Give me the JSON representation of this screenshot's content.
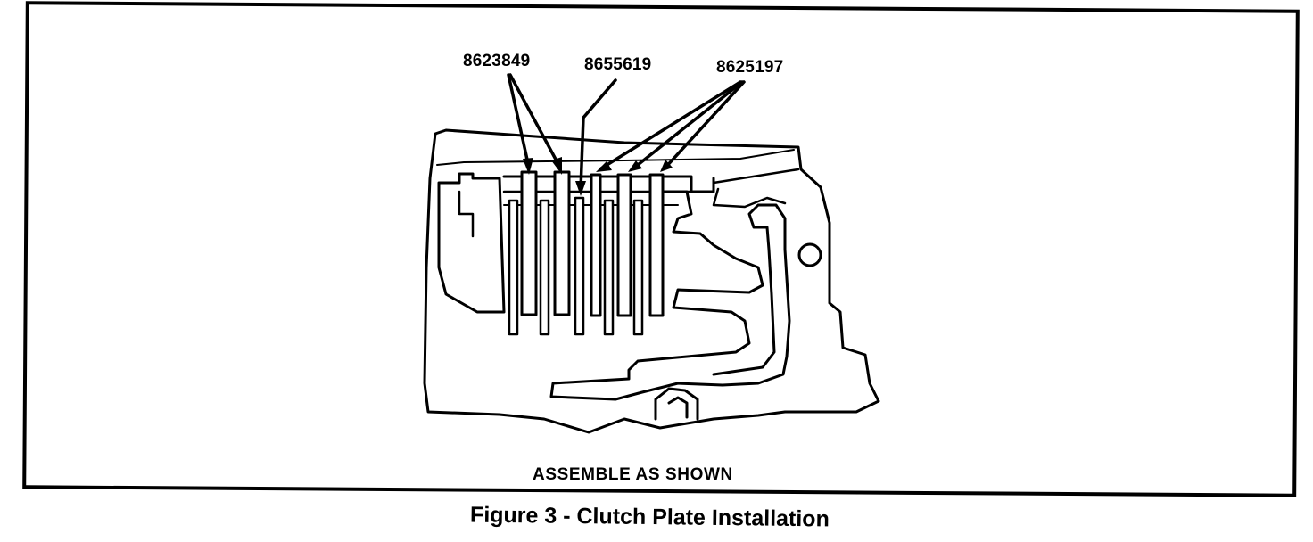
{
  "part_labels": {
    "left": "8623849",
    "middle": "8655619",
    "right": "8625197"
  },
  "instruction": "ASSEMBLE AS SHOWN",
  "figure_title": "Figure 3 - Clutch Plate Installation",
  "colors": {
    "ink": "#000000",
    "paper": "#ffffff"
  }
}
